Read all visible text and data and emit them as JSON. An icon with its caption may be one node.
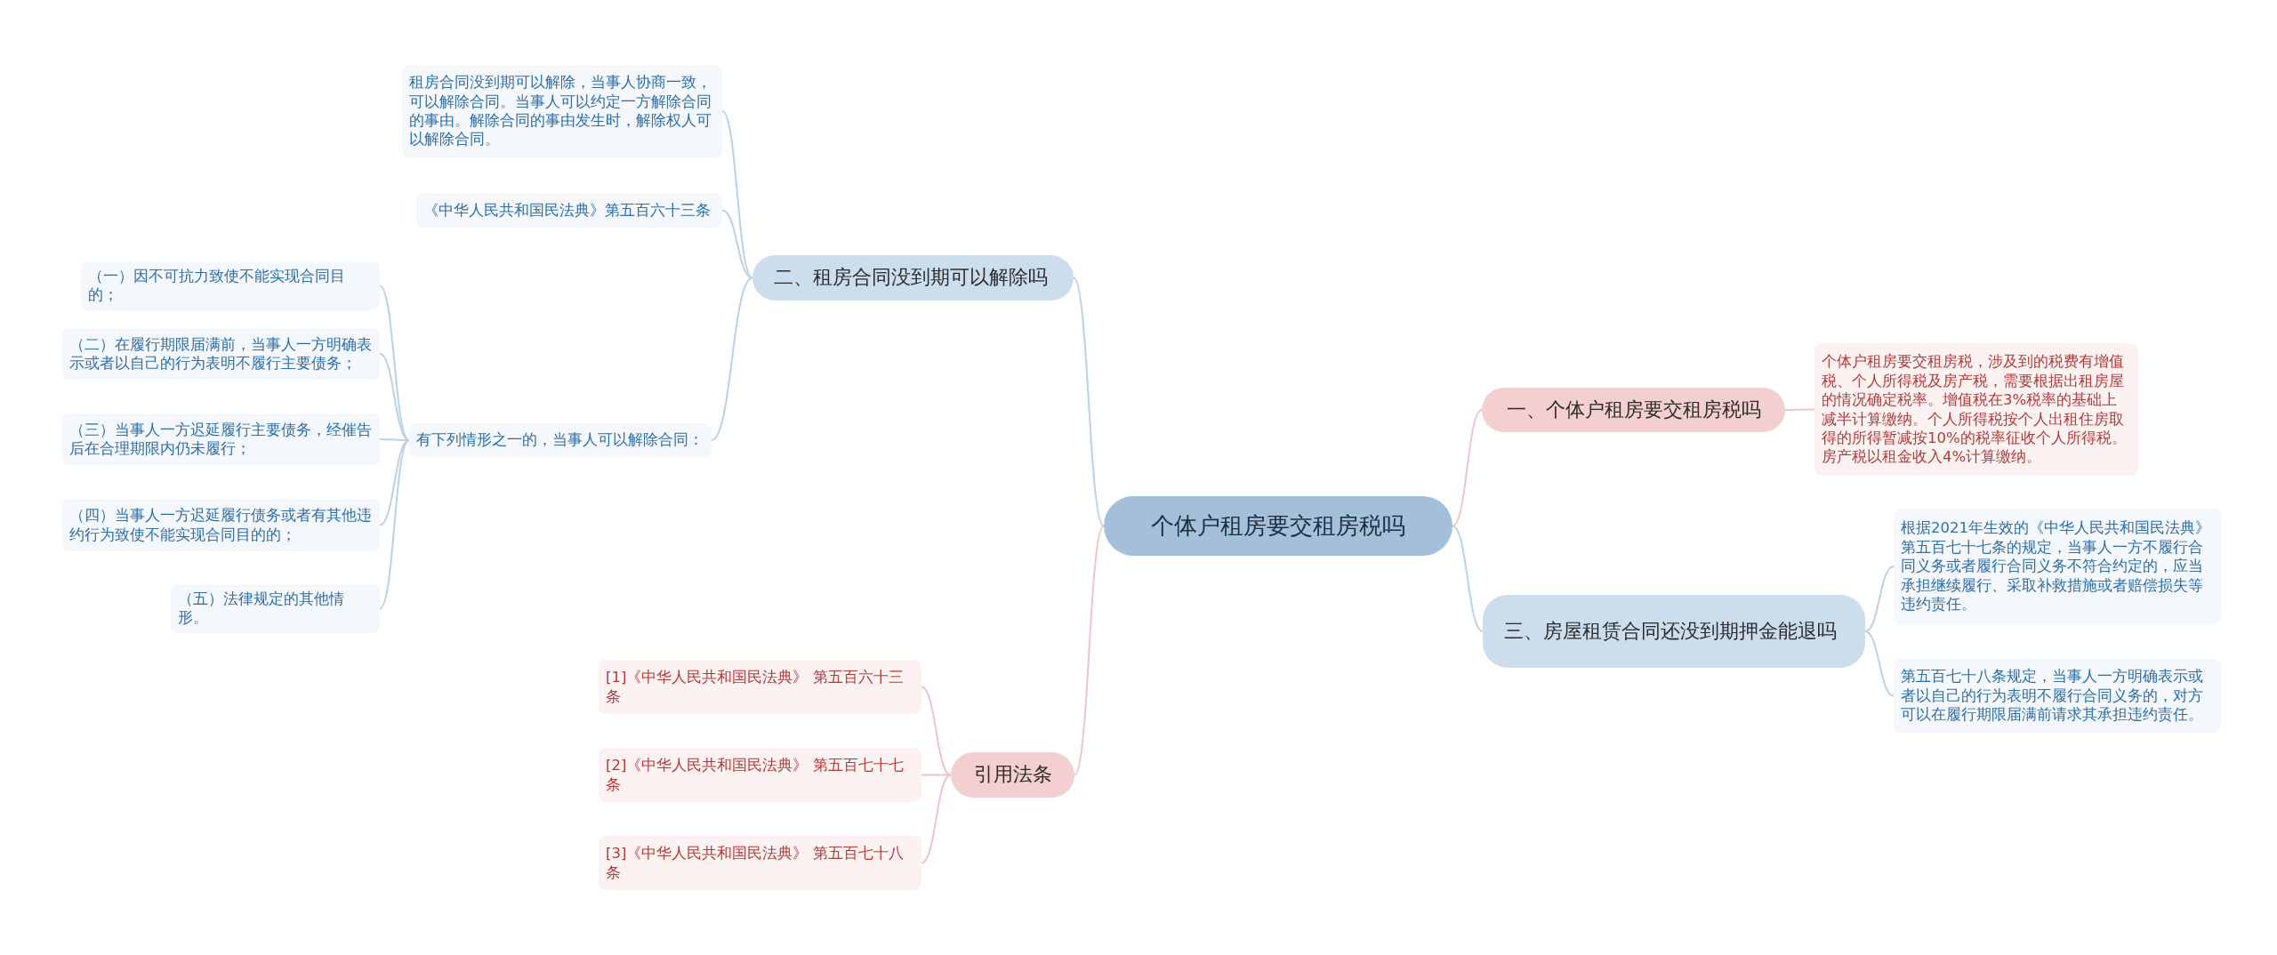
{
  "diagram": {
    "nodes": [
      {
        "text": [
          "个体户租房要交租房税吗"
        ]
      },
      {
        "text": [
          "二、租房合同没到期可以解除吗"
        ]
      },
      {
        "text": [
          "租房合同没到期可以解除，当事人协商一致，可以解除合同。当事人可以约定一方解除合同的事由。解除合同的事由发生时，解除权人可以解除合同。"
        ]
      },
      {
        "text": [
          "《中华人民共和国民法典》第五百六十三条"
        ]
      },
      {
        "text": [
          "有下列情形之一的，当事人可以解除合同："
        ]
      },
      {
        "text": [
          "（一）因不可抗力致使不能实现合同目的；"
        ]
      },
      {
        "text": [
          "（二）在履行期限届满前，当事人一方明确表示或者以自己的行为表明不履行主要债务；"
        ]
      },
      {
        "text": [
          "（三）当事人一方迟延履行主要债务，经催告后在合理期限内仍未履行；"
        ]
      },
      {
        "text": [
          "（四）当事人一方迟延履行债务或者有其他违约行为致使不能实现合同目的的；"
        ]
      },
      {
        "text": [
          "（五）法律规定的其他情形。"
        ]
      },
      {
        "text": [
          "一、个体户租房要交租房税吗"
        ]
      },
      {
        "text": [
          "个体户租房要交租房税，涉及到的税费有增值税、个人所得税及房产税，需要根据出租房屋的情况确定税率。增值税在3%税率的基础上减半计算缴纳。个人所得税按个人出租住房取得的所得暂减按10%的税率征收个人所得税。房产税以租金收入4%计算缴纳。"
        ]
      },
      {
        "text": [
          "三、房屋租赁合同还没到期押金能退吗"
        ]
      },
      {
        "text": [
          "根据2021年生效的《中华人民共和国民法典》第五百七十七条的规定，当事人一方不履行合同义务或者履行合同义务不符合约定的，应当承担继续履行、采取补救措施或者赔偿损失等违约责任。"
        ]
      },
      {
        "text": [
          "第五百七十八条规定，当事人一方明确表示或者以自己的行为表明不履行合同义务的，对方可以在履行期限届满前请求其承担违约责任。"
        ]
      },
      {
        "text": [
          "引用法条"
        ]
      },
      {
        "text": [
          "[1]《中华人民共和国民法典》 第五百六十三条"
        ]
      },
      {
        "text": [
          "[2]《中华人民共和国民法典》 第五百七十七条"
        ]
      },
      {
        "text": [
          "[3]《中华人民共和国民法典》 第五百七十八条"
        ]
      }
    ],
    "edges": [
      {
        "from": 0,
        "to": 1,
        "arrow": "none"
      },
      {
        "from": 1,
        "to": 2,
        "arrow": "none"
      },
      {
        "from": 1,
        "to": 3,
        "arrow": "none"
      },
      {
        "from": 1,
        "to": 4,
        "arrow": "none"
      },
      {
        "from": 4,
        "to": 5,
        "arrow": "none"
      },
      {
        "from": 4,
        "to": 6,
        "arrow": "none"
      },
      {
        "from": 4,
        "to": 7,
        "arrow": "none"
      },
      {
        "from": 4,
        "to": 8,
        "arrow": "none"
      },
      {
        "from": 4,
        "to": 9,
        "arrow": "none"
      },
      {
        "from": 0,
        "to": 10,
        "arrow": "none",
        "color": "#f0c4c4"
      },
      {
        "from": 10,
        "to": 11,
        "arrow": "none",
        "color": "#f0c4c4"
      },
      {
        "from": 0,
        "to": 12,
        "arrow": "none"
      },
      {
        "from": 12,
        "to": 13,
        "arrow": "none"
      },
      {
        "from": 12,
        "to": 14,
        "arrow": "none"
      },
      {
        "from": 0,
        "to": 15,
        "arrow": "none",
        "color": "#f0c4c4"
      },
      {
        "from": 15,
        "to": 16,
        "arrow": "none",
        "color": "#f0c4c4"
      },
      {
        "from": 15,
        "to": 17,
        "arrow": "none",
        "color": "#f0c4c4"
      },
      {
        "from": 15,
        "to": 18,
        "arrow": "none",
        "color": "#f0c4c4"
      }
    ]
  }
}
